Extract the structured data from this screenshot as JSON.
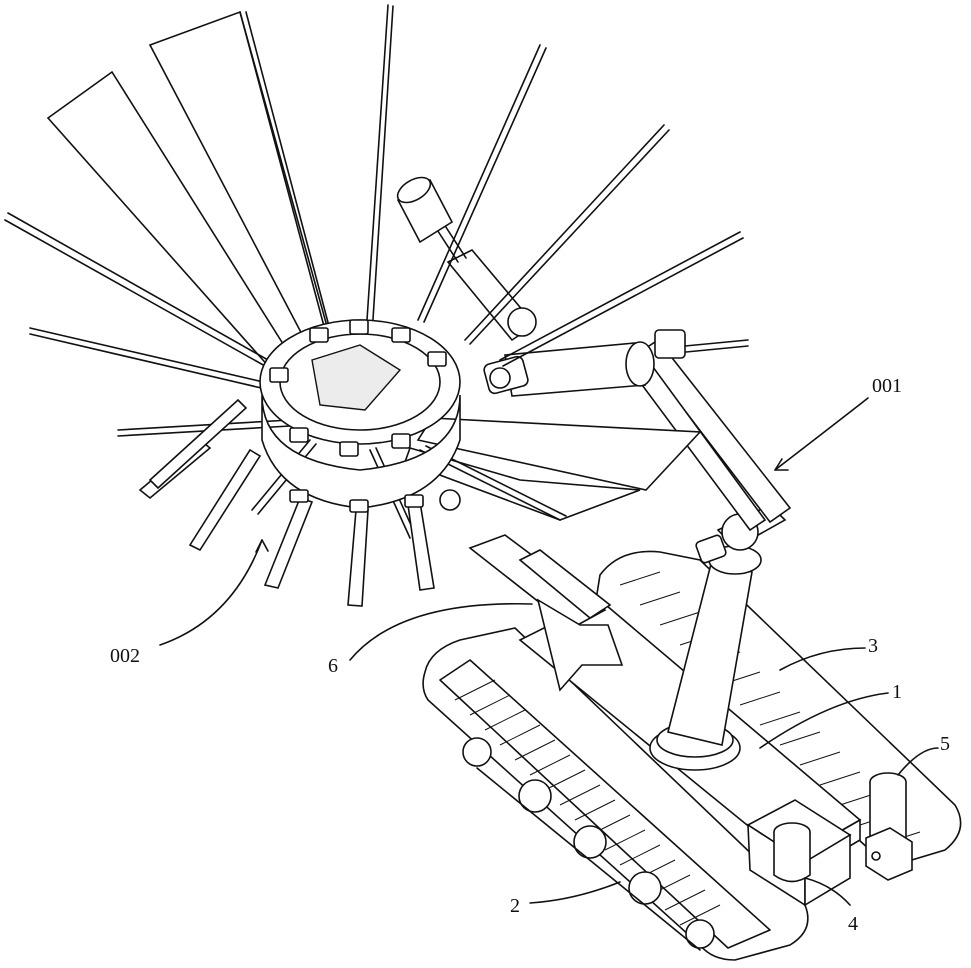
{
  "labels": {
    "l001": "001",
    "l002": "002",
    "l1": "1",
    "l2": "2",
    "l3": "3",
    "l4": "4",
    "l5": "5",
    "l6": "6"
  },
  "colors": {
    "line": "#111111",
    "background": "#ffffff"
  }
}
